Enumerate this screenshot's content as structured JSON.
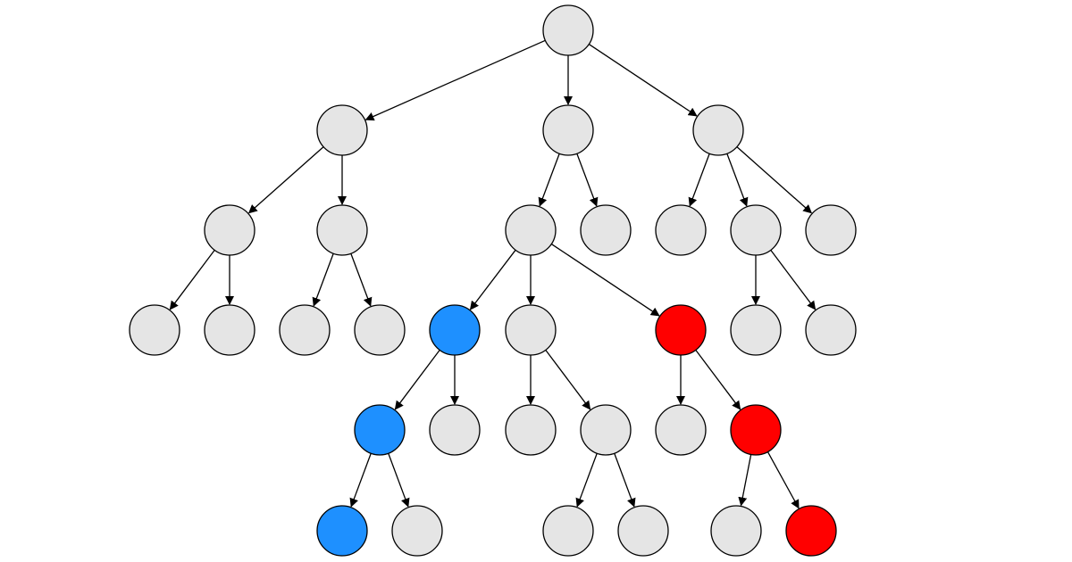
{
  "tree": {
    "colors": {
      "default": "#e5e5e5",
      "blue": "#1e90ff",
      "red": "#ff0000",
      "stroke": "#000000"
    },
    "nodes": [
      {
        "id": "n0",
        "parent": null,
        "color": "default"
      },
      {
        "id": "n1",
        "parent": "n0",
        "color": "default"
      },
      {
        "id": "n2",
        "parent": "n0",
        "color": "default"
      },
      {
        "id": "n3",
        "parent": "n0",
        "color": "default"
      },
      {
        "id": "n4",
        "parent": "n1",
        "color": "default"
      },
      {
        "id": "n5",
        "parent": "n1",
        "color": "default"
      },
      {
        "id": "n6",
        "parent": "n2",
        "color": "default"
      },
      {
        "id": "n7",
        "parent": "n2",
        "color": "default"
      },
      {
        "id": "n8",
        "parent": "n3",
        "color": "default"
      },
      {
        "id": "n9",
        "parent": "n3",
        "color": "default"
      },
      {
        "id": "n10",
        "parent": "n3",
        "color": "default"
      },
      {
        "id": "n11",
        "parent": "n4",
        "color": "default"
      },
      {
        "id": "n12",
        "parent": "n4",
        "color": "default"
      },
      {
        "id": "n13",
        "parent": "n5",
        "color": "default"
      },
      {
        "id": "n14",
        "parent": "n5",
        "color": "default"
      },
      {
        "id": "n15",
        "parent": "n6",
        "color": "blue"
      },
      {
        "id": "n16",
        "parent": "n6",
        "color": "default"
      },
      {
        "id": "n17",
        "parent": "n6",
        "color": "red"
      },
      {
        "id": "n18",
        "parent": "n9",
        "color": "default"
      },
      {
        "id": "n19",
        "parent": "n9",
        "color": "default"
      },
      {
        "id": "n20",
        "parent": "n15",
        "color": "blue"
      },
      {
        "id": "n21",
        "parent": "n15",
        "color": "default"
      },
      {
        "id": "n22",
        "parent": "n16",
        "color": "default"
      },
      {
        "id": "n23",
        "parent": "n16",
        "color": "default"
      },
      {
        "id": "n24",
        "parent": "n17",
        "color": "default"
      },
      {
        "id": "n25",
        "parent": "n17",
        "color": "red"
      },
      {
        "id": "n26",
        "parent": "n20",
        "color": "blue"
      },
      {
        "id": "n27",
        "parent": "n20",
        "color": "default"
      },
      {
        "id": "n28",
        "parent": "n23",
        "color": "default"
      },
      {
        "id": "n29",
        "parent": "n23",
        "color": "default"
      },
      {
        "id": "n30",
        "parent": "n25",
        "color": "default"
      },
      {
        "id": "n31",
        "parent": "n25",
        "color": "red"
      }
    ]
  }
}
